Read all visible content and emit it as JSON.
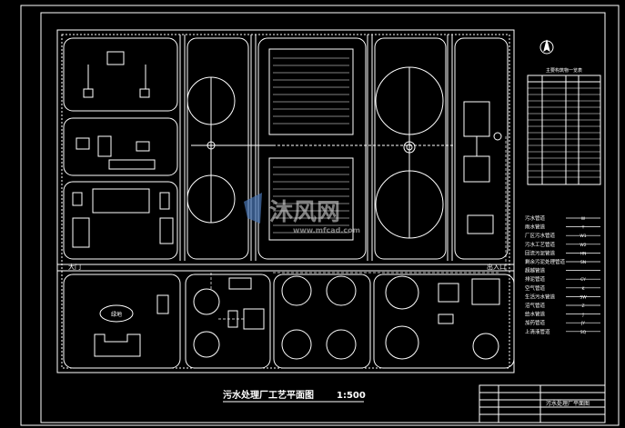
{
  "drawing": {
    "title": "污水处理厂工艺平面图",
    "scale": "1:500",
    "north_symbol": "north-arrow-icon"
  },
  "gates": {
    "main": "大门",
    "entry_exit": "出入口"
  },
  "buildings": {
    "lawn_label": "绿地"
  },
  "equipment_table": {
    "title": "主要构筑物一览表"
  },
  "legend": {
    "items": [
      {
        "name": "污水管道",
        "code": "W"
      },
      {
        "name": "雨水管道",
        "code": "Y"
      },
      {
        "name": "厂区污水管道",
        "code": "W1"
      },
      {
        "name": "污水工艺管道",
        "code": "W2"
      },
      {
        "name": "回流污泥管道",
        "code": "HN"
      },
      {
        "name": "剩余污泥处理管道",
        "code": "SN"
      },
      {
        "name": "超越管道",
        "code": ""
      },
      {
        "name": "排泥管道",
        "code": "CY"
      },
      {
        "name": "空气管道",
        "code": "K"
      },
      {
        "name": "生活污水管道",
        "code": "SW"
      },
      {
        "name": "沼气管道",
        "code": "Z"
      },
      {
        "name": "给水管道",
        "code": "J"
      },
      {
        "name": "加药管道",
        "code": "JY"
      },
      {
        "name": "上清液管道",
        "code": "SQ"
      }
    ]
  },
  "title_block": {
    "sheet_name": "污水处理厂平面图"
  },
  "watermark": {
    "brand": "沐风网",
    "url": "www.mfcad.com"
  },
  "colors": {
    "background": "#000000",
    "lines": "#ffffff"
  }
}
